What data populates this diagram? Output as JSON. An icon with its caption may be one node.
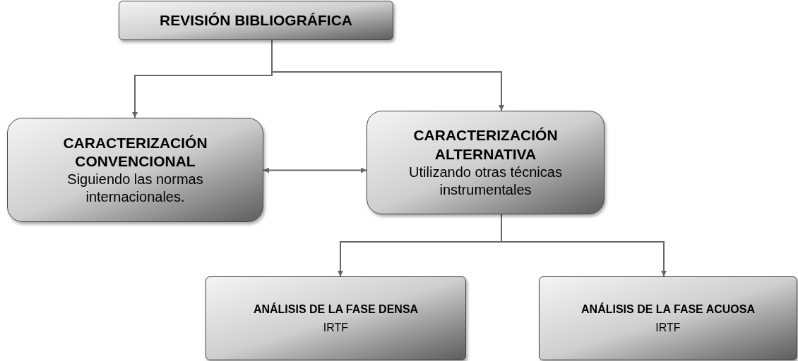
{
  "diagram": {
    "nodes": [
      {
        "text": [
          "REVISIÓN BIBLIOGRÁFICA"
        ]
      },
      {
        "text": [
          "CARACTERIZACIÓN CONVENCIONAL",
          "Siguiendo las normas internacionales."
        ]
      },
      {
        "text": [
          "CARACTERIZACIÓN ALTERNATIVA",
          "Utilizando otras técnicas instrumentales"
        ]
      },
      {
        "text": [
          "ANÁLISIS DE LA FASE DENSA",
          "IRTF"
        ]
      },
      {
        "text": [
          "ANÁLISIS DE LA FASE ACUOSA",
          "IRTF"
        ]
      }
    ],
    "edges": [
      {
        "from": 0,
        "to": 1,
        "arrow": "to"
      },
      {
        "from": 0,
        "to": 2,
        "arrow": "to"
      },
      {
        "from": 1,
        "to": 2,
        "arrow": "both"
      },
      {
        "from": 2,
        "to": 3,
        "arrow": "to"
      },
      {
        "from": 2,
        "to": 4,
        "arrow": "to"
      }
    ]
  }
}
